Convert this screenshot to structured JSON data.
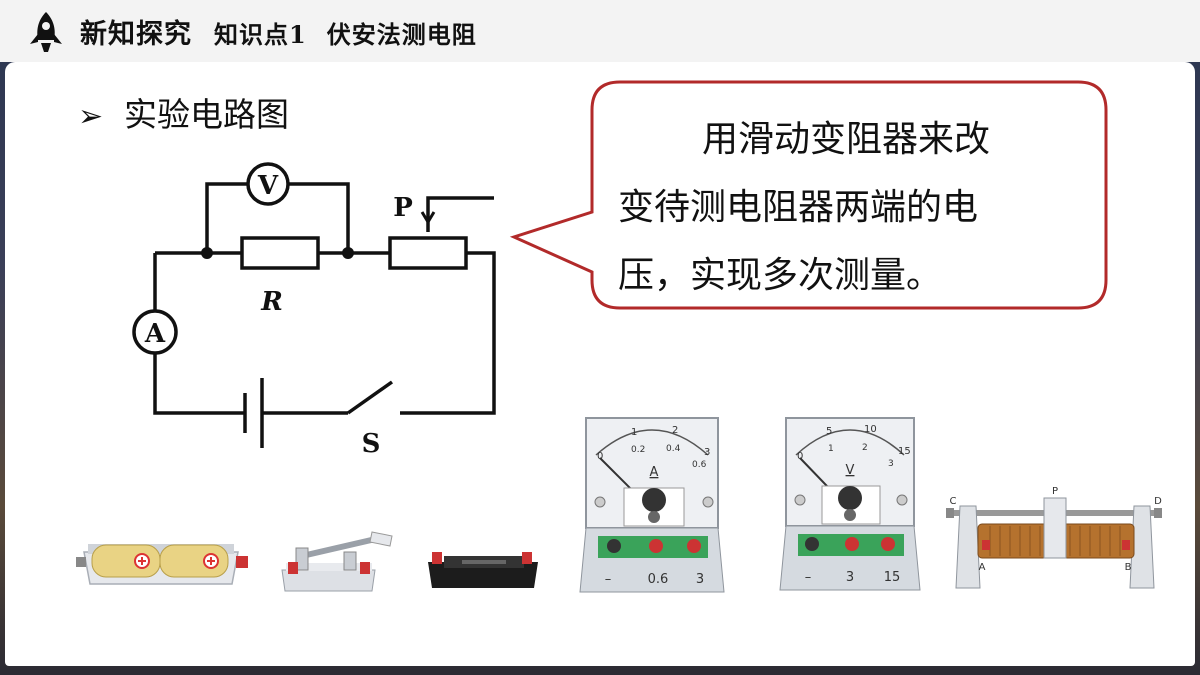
{
  "header": {
    "section": "新知探究",
    "knowledge_point": "知识点1",
    "topic": "伏安法测电阻",
    "icon": "rocket-icon"
  },
  "bullet": {
    "symbol": "➢",
    "text": "实验电路图"
  },
  "circuit": {
    "voltmeter": "V",
    "ammeter": "A",
    "resistor": "R",
    "slider": "P",
    "switch": "S"
  },
  "callout": {
    "line1": "用滑动变阻器来改",
    "line2": "变待测电阻器两端的电",
    "line3": "压，实现多次测量。",
    "border_color": "#b22a2a"
  },
  "equipment": {
    "ammeter": {
      "scale_top": [
        "1",
        "2",
        "3"
      ],
      "scale_bottom": [
        "0.2",
        "0.4",
        "0.6"
      ],
      "zero": "0",
      "symbol": "A",
      "terminals": [
        "–",
        "0.6",
        "3"
      ]
    },
    "voltmeter": {
      "scale_top": [
        "5",
        "10",
        "15"
      ],
      "scale_bottom": [
        "1",
        "2",
        "3"
      ],
      "zero": "0",
      "symbol": "V",
      "terminals": [
        "–",
        "3",
        "15"
      ]
    },
    "rheostat": {
      "labels": [
        "C",
        "P",
        "D",
        "A",
        "B"
      ]
    }
  }
}
